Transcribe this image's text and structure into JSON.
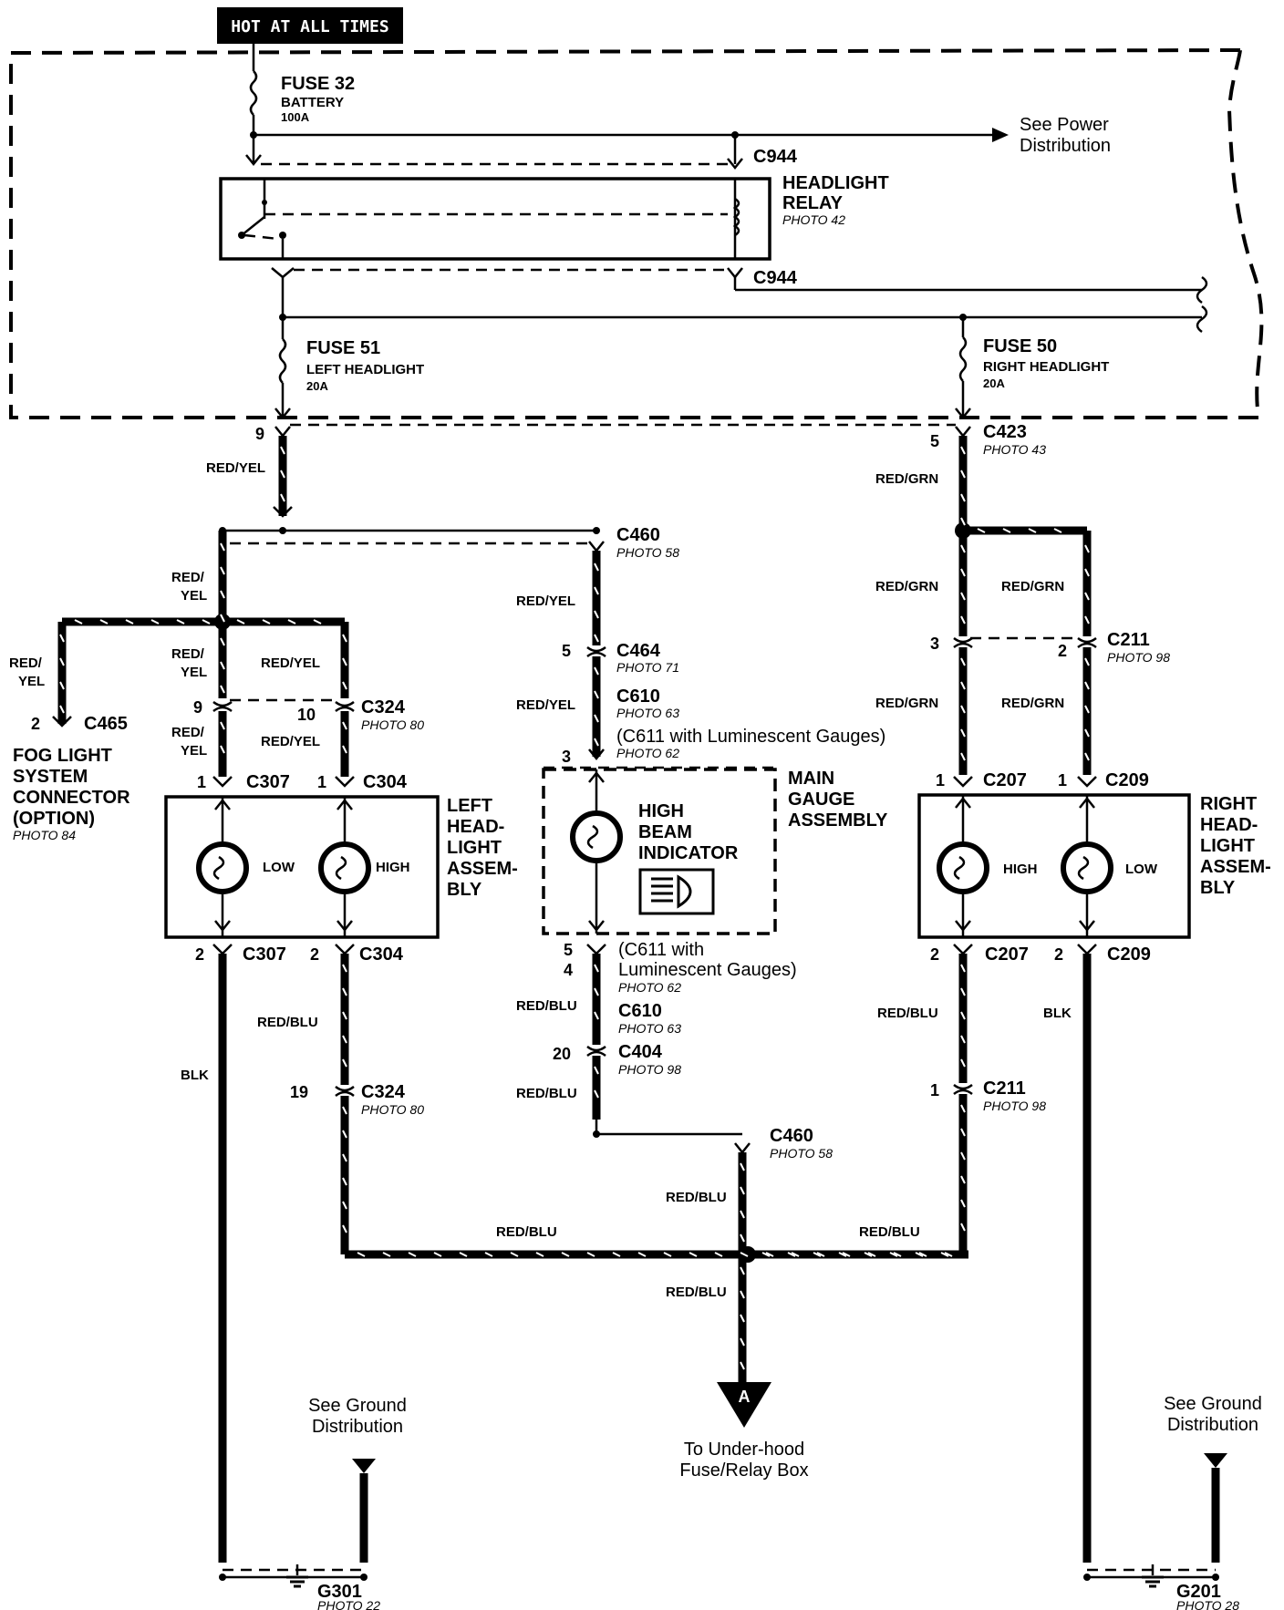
{
  "header": {
    "hot_label": "HOT AT ALL TIMES"
  },
  "power": {
    "fuse32_title": "FUSE 32",
    "fuse32_name": "BATTERY",
    "fuse32_rating": "100A",
    "see_power_1": "See Power",
    "see_power_2": "Distribution",
    "c944_top": "C944",
    "c944_bottom": "C944",
    "relay_1": "HEADLIGHT",
    "relay_2": "RELAY",
    "relay_photo": "PHOTO 42",
    "fuse51_title": "FUSE 51",
    "fuse51_name": "LEFT HEADLIGHT",
    "fuse51_rating": "20A",
    "fuse50_title": "FUSE 50",
    "fuse50_name": "RIGHT HEADLIGHT",
    "fuse50_rating": "20A"
  },
  "connectors": {
    "c423": "C423",
    "c423_photo": "PHOTO 43",
    "pin9": "9",
    "pin5": "5",
    "c460a": "C460",
    "c460a_photo": "PHOTO 58",
    "c464": "C464",
    "c464_photo": "PHOTO 71",
    "c464_pin": "5",
    "c610a": "C610",
    "c610a_photo": "PHOTO 63",
    "c611a": "(C611 with Luminescent Gauges)",
    "c611a_photo": "PHOTO 62",
    "c611a_pin": "3",
    "c211a": "C211",
    "c211a_photo": "PHOTO 98",
    "c211a_pin3": "3",
    "c211a_pin2": "2",
    "c465": "C465",
    "c465_pin": "2",
    "c324a": "C324",
    "c324a_photo": "PHOTO 80",
    "c324a_pin9": "9",
    "c324a_pin10": "10",
    "c307a": "C307",
    "c307a_pin": "1",
    "c304a": "C304",
    "c304a_pin": "1",
    "c207a": "C207",
    "c207a_pin": "1",
    "c209a": "C209",
    "c209a_pin": "1",
    "c307b": "C307",
    "c307b_pin": "2",
    "c304b": "C304",
    "c304b_pin": "2",
    "c611b_1": "(C611 with",
    "c611b_2": "Luminescent Gauges)",
    "c611b_photo": "PHOTO 62",
    "c611b_pin5": "5",
    "c611b_pin4": "4",
    "c610b": "C610",
    "c610b_photo": "PHOTO 63",
    "c404": "C404",
    "c404_photo": "PHOTO 98",
    "c404_pin": "20",
    "c207b": "C207",
    "c207b_pin": "2",
    "c209b": "C209",
    "c209b_pin": "2",
    "c324b": "C324",
    "c324b_photo": "PHOTO 80",
    "c324b_pin": "19",
    "c211b": "C211",
    "c211b_photo": "PHOTO 98",
    "c211b_pin": "1",
    "c460b": "C460",
    "c460b_photo": "PHOTO 58"
  },
  "wires": {
    "red_yel": "RED/YEL",
    "red_grn": "RED/GRN",
    "red_blu": "RED/BLU",
    "blk": "BLK",
    "red_slash": "RED/",
    "yel": "YEL"
  },
  "components": {
    "fog_1": "FOG LIGHT",
    "fog_2": "SYSTEM",
    "fog_3": "CONNECTOR",
    "fog_4": "(OPTION)",
    "fog_photo": "PHOTO 84",
    "left_1": "LEFT",
    "left_2": "HEAD-",
    "left_3": "LIGHT",
    "left_4": "ASSEM-",
    "left_5": "BLY",
    "right_1": "RIGHT",
    "right_2": "HEAD-",
    "right_3": "LIGHT",
    "right_4": "ASSEM-",
    "right_5": "BLY",
    "low": "LOW",
    "high": "HIGH",
    "main_1": "MAIN",
    "main_2": "GAUGE",
    "main_3": "ASSEMBLY",
    "hb_1": "HIGH",
    "hb_2": "BEAM",
    "hb_3": "INDICATOR"
  },
  "grounds": {
    "see_ground_1": "See Ground",
    "see_ground_2": "Distribution",
    "g301": "G301",
    "g301_photo": "PHOTO 22",
    "g201": "G201",
    "g201_photo": "PHOTO 28"
  },
  "output": {
    "arrow_letter": "A",
    "to_1": "To Under-hood",
    "to_2": "Fuse/Relay Box"
  }
}
